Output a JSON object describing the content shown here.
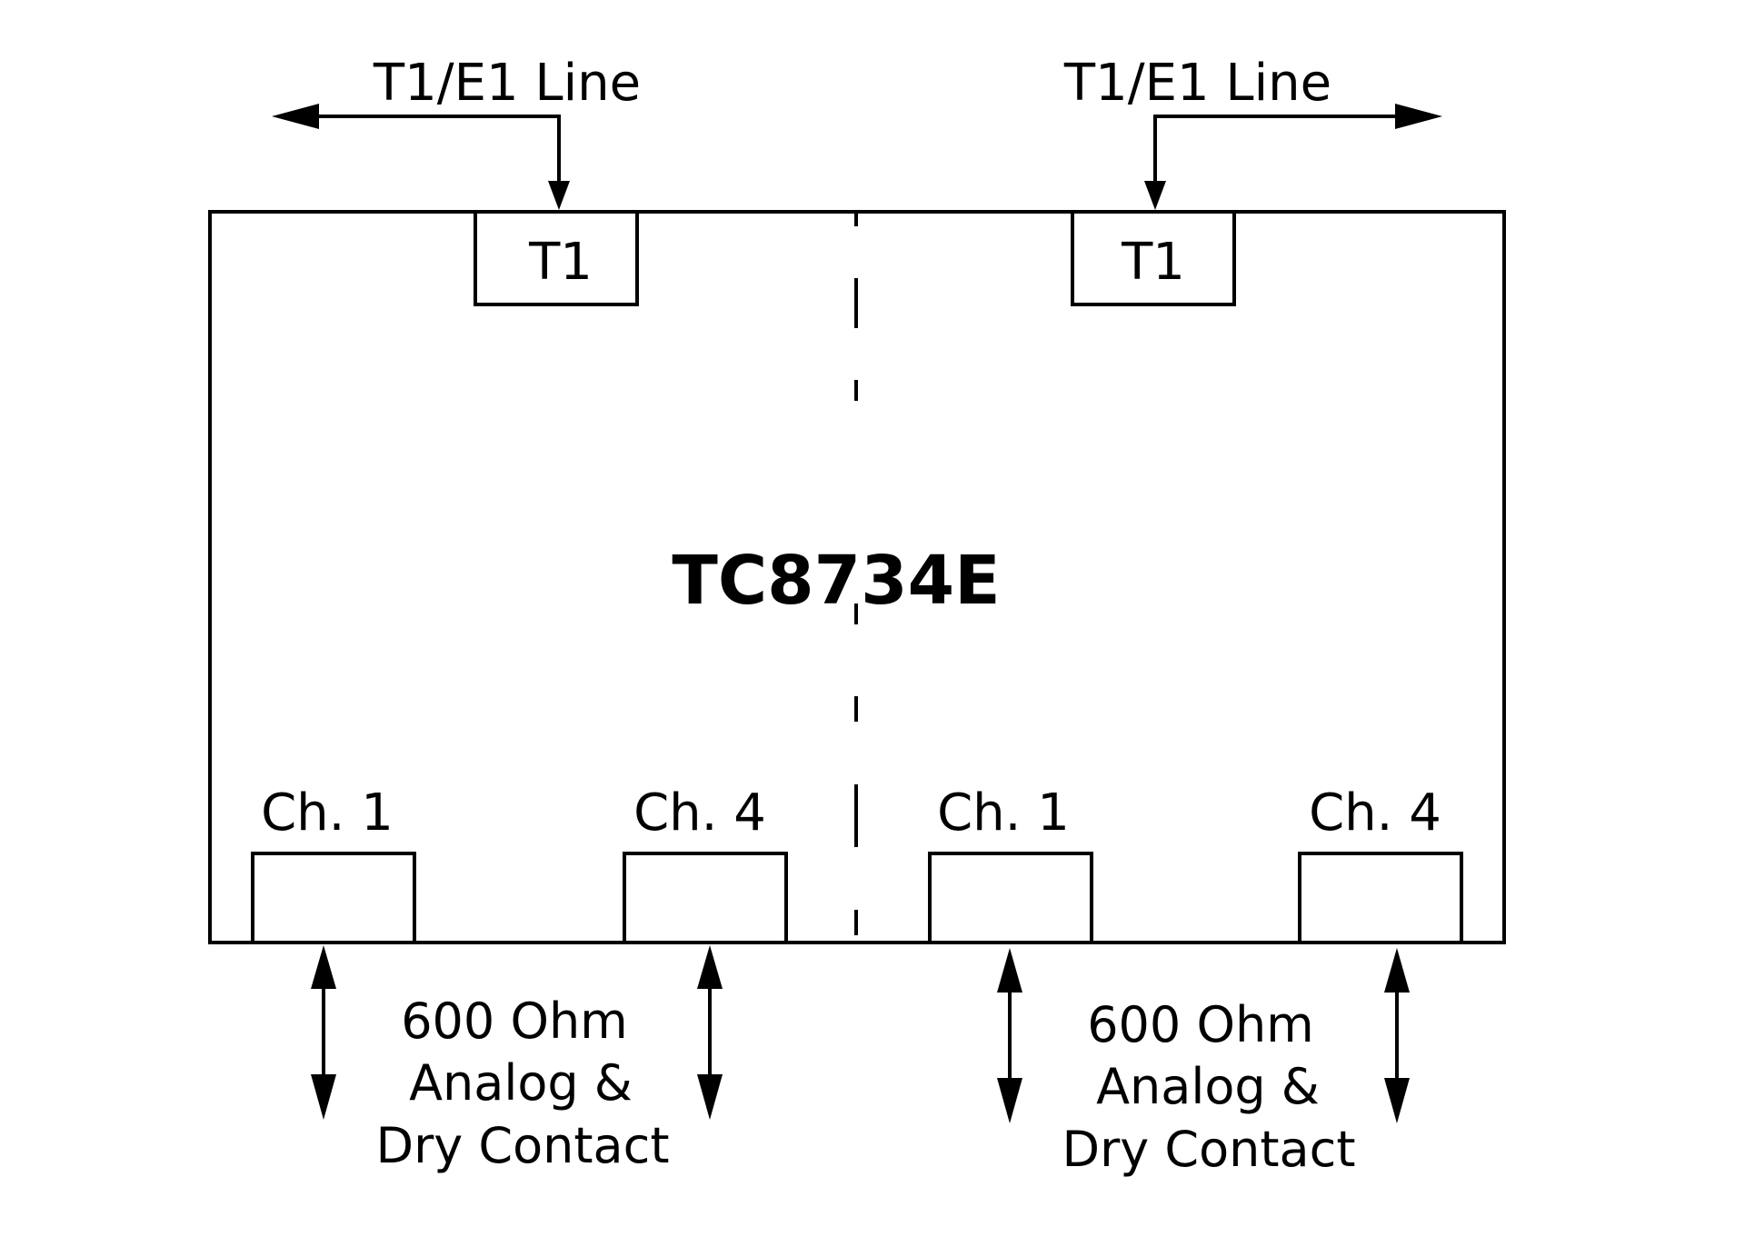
{
  "diagram": {
    "title": "TC8734E",
    "colors": {
      "stroke": "#000000",
      "background": "#ffffff"
    },
    "line_labels": [
      {
        "id": "left",
        "text": "T1/E1 Line",
        "direction": "left"
      },
      {
        "id": "right",
        "text": "T1/E1 Line",
        "direction": "right"
      }
    ],
    "t1_ports": [
      {
        "id": "left",
        "label": "T1"
      },
      {
        "id": "right",
        "label": "T1"
      }
    ],
    "channels": [
      {
        "id": "left-ch1",
        "label": "Ch. 1"
      },
      {
        "id": "left-ch4",
        "label": "Ch. 4"
      },
      {
        "id": "right-ch1",
        "label": "Ch. 1"
      },
      {
        "id": "right-ch4",
        "label": "Ch. 4"
      }
    ],
    "interface_labels": [
      {
        "id": "left",
        "lines": [
          "600 Ohm",
          "Analog &",
          "Dry Contact"
        ]
      },
      {
        "id": "right",
        "lines": [
          "600 Ohm",
          "Analog &",
          "Dry Contact"
        ]
      }
    ],
    "divider": {
      "style": "dashed",
      "meaning": "split between two halves"
    }
  }
}
